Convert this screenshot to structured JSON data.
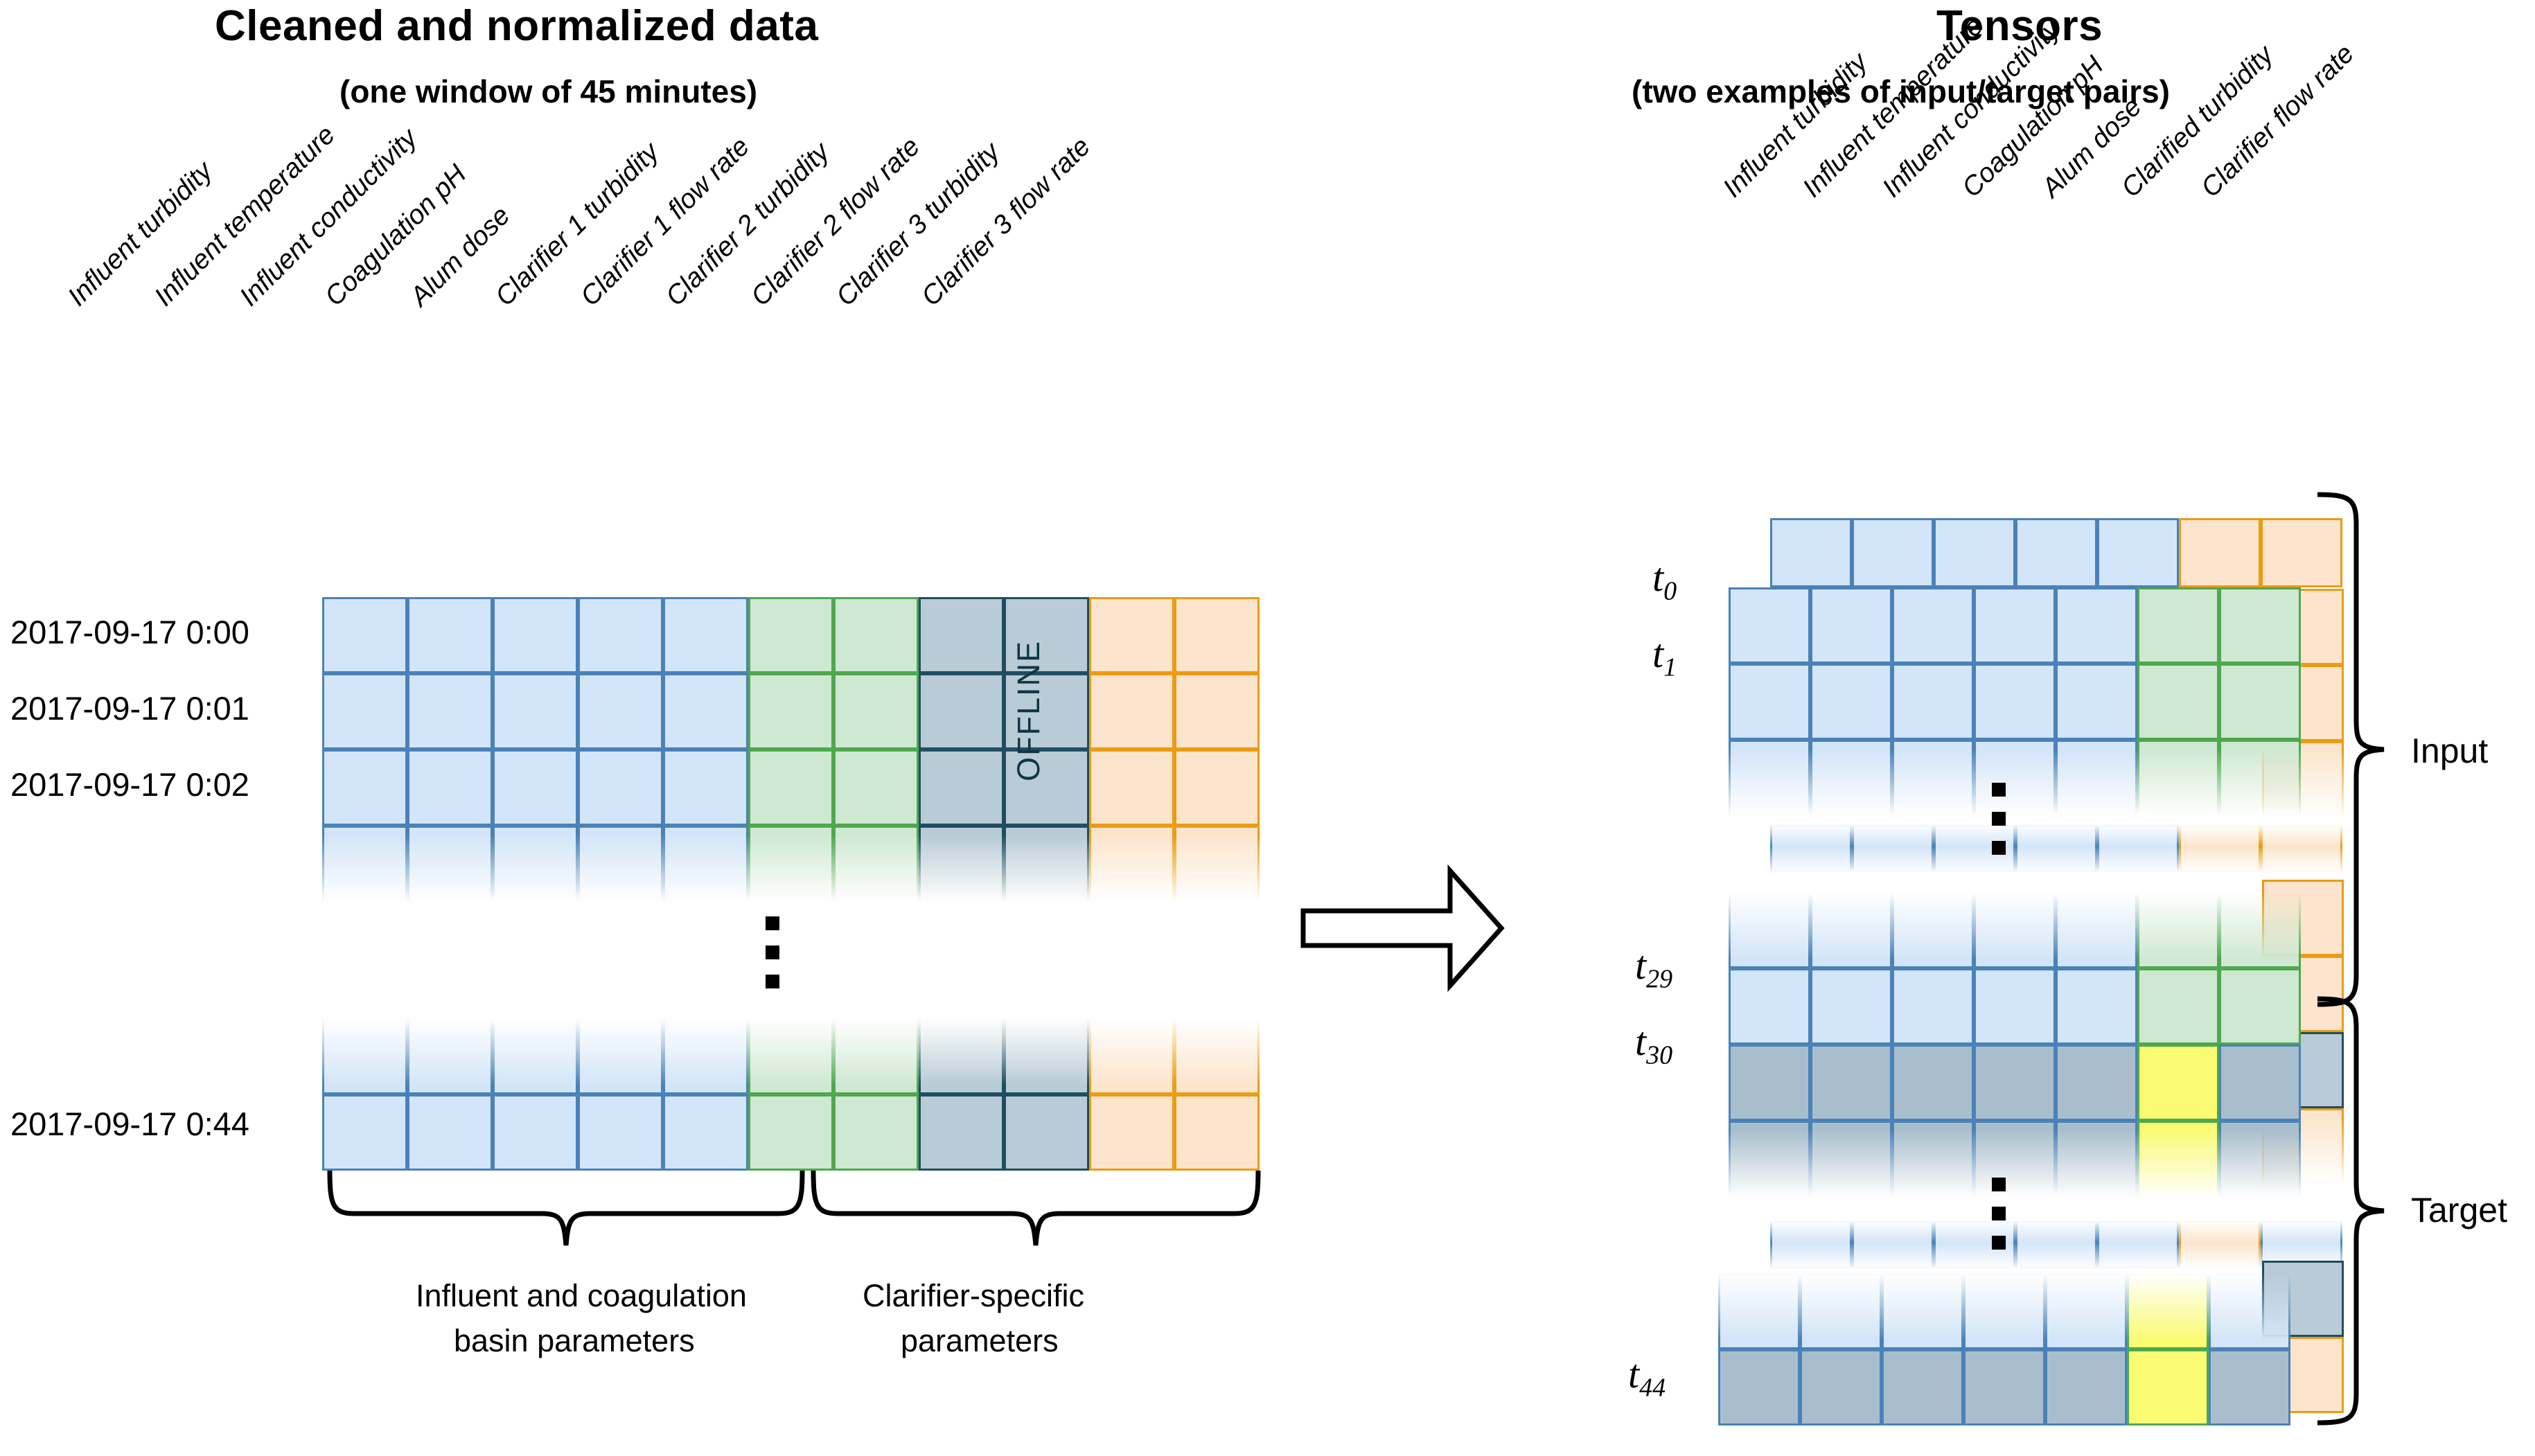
{
  "left_panel": {
    "title": "Cleaned and normalized data",
    "subtitle": "(one window of 45 minutes)",
    "column_headers": [
      "Influent turbidity",
      "Influent temperature",
      "Influent conductivity",
      "Coagulation pH",
      "Alum dose",
      "Clarifier 1 turbidity",
      "Clarifier 1 flow rate",
      "Clarifier 2 turbidity",
      "Clarifier 2 flow rate",
      "Clarifier 3 turbidity",
      "Clarifier 3 flow rate"
    ],
    "row_labels": [
      "2017-09-17 0:00",
      "2017-09-17 0:01",
      "2017-09-17 0:02",
      "2017-09-17 0:44"
    ],
    "offline_label": "OFFLINE",
    "brace_labels": [
      "Influent and coagulation\nbasin parameters",
      "Clarifier-specific\nparameters"
    ],
    "brace_label_1_line1": "Influent and coagulation",
    "brace_label_1_line2": "basin parameters",
    "brace_label_2_line1": "Clarifier-specific",
    "brace_label_2_line2": "parameters",
    "ellipsis": "⋮"
  },
  "transform_arrow": {
    "icon": "right-arrow-icon",
    "direction": "right"
  },
  "right_panel": {
    "title": "Tensors",
    "subtitle": "(two examples of input/target pairs)",
    "column_headers": [
      "Influent turbidity",
      "Influent temperature",
      "Influent conductivity",
      "Coagulation pH",
      "Alum dose",
      "Clarified turbidity",
      "Clarifier flow rate"
    ],
    "time_steps": [
      "t0",
      "t1",
      "t29",
      "t30",
      "t44"
    ],
    "time_steps_display": [
      {
        "base": "t",
        "sub": "0"
      },
      {
        "base": "t",
        "sub": "1"
      },
      {
        "base": "t",
        "sub": "29"
      },
      {
        "base": "t",
        "sub": "30"
      },
      {
        "base": "t",
        "sub": "44"
      }
    ],
    "brace_labels": [
      "Input",
      "Target"
    ],
    "input_label": "Input",
    "target_label": "Target"
  },
  "colors": {
    "blue_fill": "#D3E5F8",
    "blue_border": "#4A82B8",
    "green_fill": "#CFE8D2",
    "green_border": "#4EA84E",
    "orange_fill": "#FCE5CC",
    "orange_border": "#EC9B12",
    "slate_fill": "#B9CBD6",
    "slate_border": "#1F4E62",
    "gray_fill": "#A9BECC",
    "yellow_fill": "#FAFA73",
    "text": "#000000"
  }
}
